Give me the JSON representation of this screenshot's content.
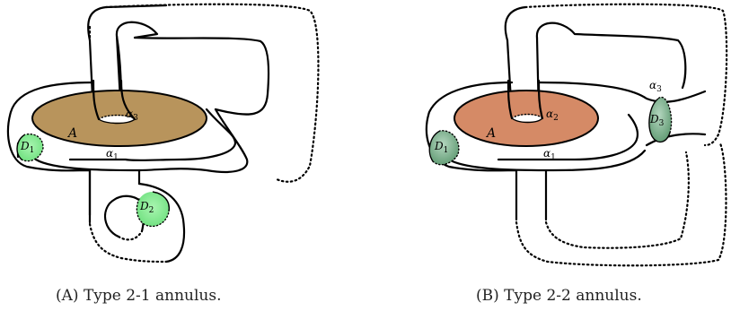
{
  "colors": {
    "annulus_a": "#b8945c",
    "annulus_b": "#d58a66",
    "disk_light_green": "#6fe07f",
    "disk_dark_green": "#5f9a72",
    "stroke": "#000000"
  },
  "panel_a": {
    "labels": {
      "annulus": "A",
      "alpha3": "α",
      "alpha3_sub": "3",
      "alpha1": "α",
      "alpha1_sub": "1",
      "disk1": "D",
      "disk1_sub": "1",
      "disk2": "D",
      "disk2_sub": "2"
    },
    "caption": "(A) Type 2-1 annulus."
  },
  "panel_b": {
    "labels": {
      "annulus": "A",
      "alpha2": "α",
      "alpha2_sub": "2",
      "alpha1": "α",
      "alpha1_sub": "1",
      "alpha3": "α",
      "alpha3_sub": "3",
      "disk1": "D",
      "disk1_sub": "1",
      "disk3": "D",
      "disk3_sub": "3"
    },
    "caption": "(B) Type 2-2 annulus."
  }
}
